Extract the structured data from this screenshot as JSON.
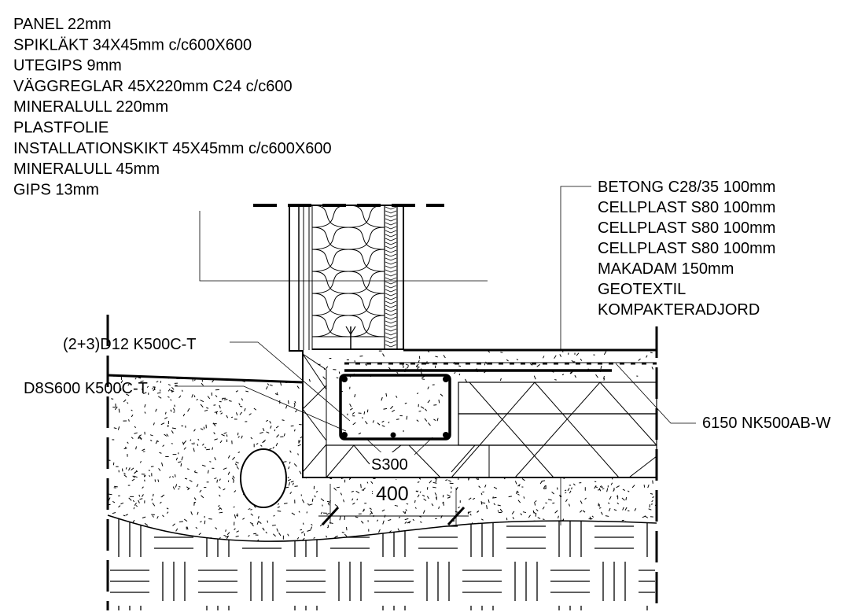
{
  "wall_layers": [
    "PANEL 22mm",
    "SPIKLÄKT 34X45mm c/c600X600",
    "UTEGIPS 9mm",
    "VÄGGREGLAR 45X220mm C24 c/c600",
    "MINERALULL 220mm",
    "PLASTFOLIE",
    "INSTALLATIONSKIKT 45X45mm c/c600X600",
    "MINERALULL 45mm",
    "GIPS 13mm"
  ],
  "floor_layers": [
    "BETONG C28/35 100mm",
    "CELLPLAST S80 100mm",
    "CELLPLAST S80 100mm",
    "CELLPLAST S80 100mm",
    "MAKADAM 150mm",
    "GEOTEXTIL",
    "KOMPAKTERADJORD"
  ],
  "annotations": {
    "rebar_main": "(2+3)D12 K500C-T",
    "rebar_stirrup": "D8S600 K500C-T",
    "mesh": "6150 NK500AB-W",
    "insulation_edge": "S300",
    "dimension": "400"
  },
  "colors": {
    "line": "#000000",
    "background": "#ffffff"
  }
}
